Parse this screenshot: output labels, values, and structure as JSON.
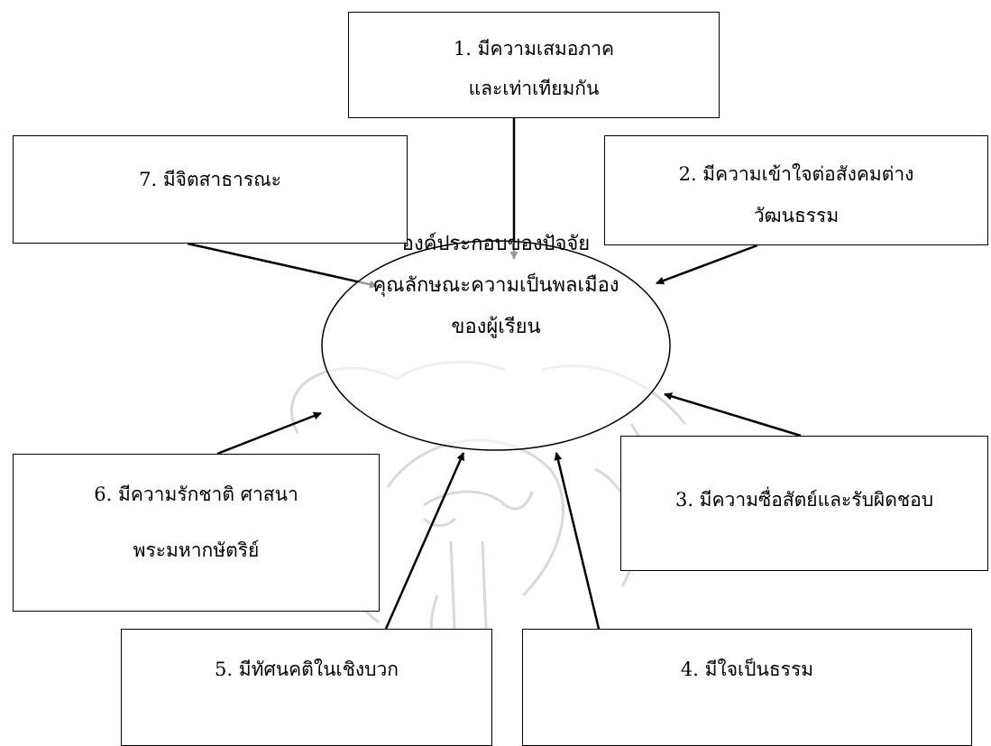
{
  "center": {
    "lines": [
      "องค์ประกอบของปัจจัย",
      "คุณลักษณะความเป็นพลเมือง",
      "ของผู้เรียน"
    ]
  },
  "boxes": {
    "b1": {
      "lines": [
        "1. มีความเสมอภาค",
        "และเท่าเทียมกัน"
      ]
    },
    "b2": {
      "lines": [
        "2.  มีความเข้าใจต่อสังคมต่าง",
        "วัฒนธรรม"
      ]
    },
    "b3": {
      "lines": [
        "3. มีความซื่อสัตย์และรับผิดชอบ"
      ]
    },
    "b4": {
      "lines": [
        "4. มีใจเป็นธรรม"
      ]
    },
    "b5": {
      "lines": [
        "5. มีทัศนคติในเชิงบวก"
      ]
    },
    "b6": {
      "lines": [
        "6. มีความรักชาติ ศาสนา",
        "พระมหากษัตริย์"
      ]
    },
    "b7": {
      "lines": [
        "7. มีจิตสาธารณะ"
      ]
    }
  },
  "colors": {
    "stroke": "#000000",
    "watermark": "#d9d9d9"
  }
}
